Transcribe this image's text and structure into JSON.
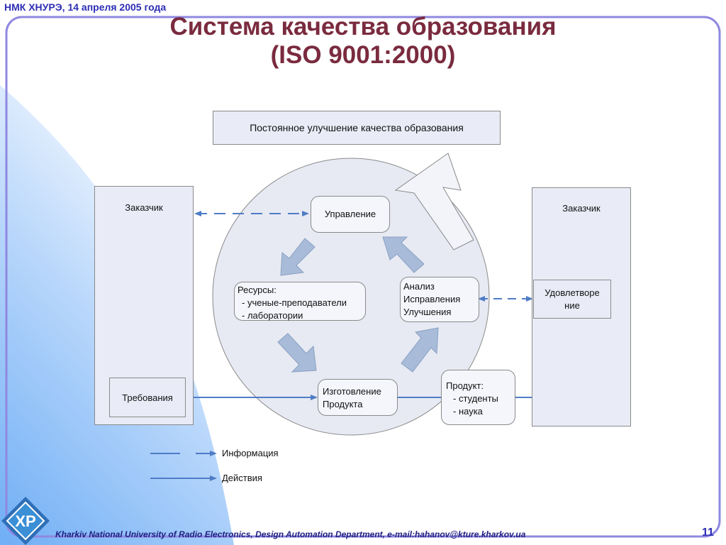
{
  "header": {
    "text": "НМК ХНУРЭ, 14 апреля 2005 года"
  },
  "title": {
    "line1": "Система качества образования",
    "line2": "(ISO 9001:2000)"
  },
  "diagram": {
    "top_box": "Постоянное улучшение качества образования",
    "left_panel_label": "Заказчик",
    "left_requirements": "Требования",
    "right_panel_label": "Заказчик",
    "right_satisfaction": [
      "Удовлетворе",
      "ние"
    ],
    "management": "Управление",
    "resources": [
      "Ресурсы:",
      "- ученые-преподаватели",
      "- лаборатории"
    ],
    "analysis": [
      "Анализ",
      "Исправления",
      "Улучшения"
    ],
    "production": [
      "Изготовление",
      "Продукта"
    ],
    "product": [
      "Продукт:",
      "- студенты",
      "- наука"
    ]
  },
  "legend": {
    "information": "Информация",
    "actions": "Действия"
  },
  "logo": {
    "text": "ХР",
    "colors": {
      "outer": "#2e6fb7",
      "inner": "#3a8fd6"
    }
  },
  "footer": {
    "text": "Kharkiv National University of Radio Electronics, Design Automation Department, e-mail:hahanov@kture.kharkov.ua"
  },
  "page_number": "11",
  "colors": {
    "arrow": "#4f7cc6",
    "block_arrow": "#a8bcd9",
    "frame": "#8f88e0",
    "title": "#7a2b3e"
  }
}
